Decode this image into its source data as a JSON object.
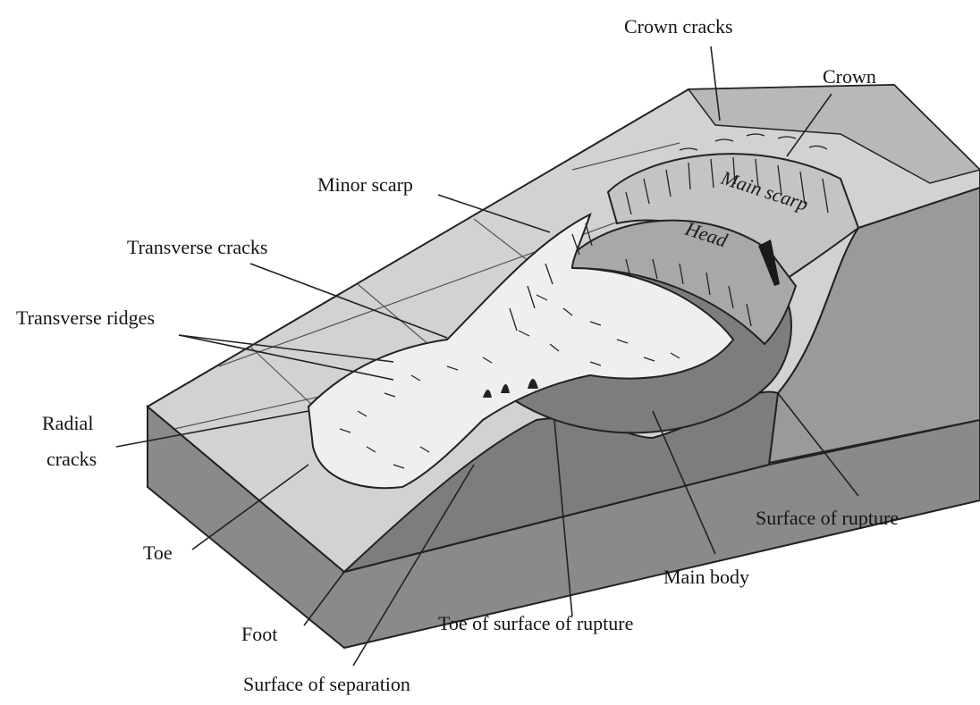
{
  "labels": {
    "crown_cracks": "Crown cracks",
    "crown": "Crown",
    "minor_scarp": "Minor scarp",
    "transverse_cracks": "Transverse cracks",
    "transverse_ridges": "Transverse ridges",
    "radial_cracks_line1": "Radial",
    "radial_cracks_line2": "cracks",
    "toe": "Toe",
    "foot": "Foot",
    "surface_of_separation": "Surface of separation",
    "toe_of_surface_of_rupture": "Toe of surface of rupture",
    "main_body": "Main body",
    "surface_of_rupture": "Surface of rupture",
    "main_scarp": "Main scarp",
    "head": "Head"
  },
  "colors": {
    "ground_top": "#d2d2d2",
    "block_front": "#8a8a8a",
    "block_right": "#9a9a9a",
    "rupture_surface": "#7d7d7d",
    "slide_mass": "#efefef",
    "head_block": "#a8a8a8",
    "scarp": "#c4c4c4",
    "line": "#222222"
  }
}
